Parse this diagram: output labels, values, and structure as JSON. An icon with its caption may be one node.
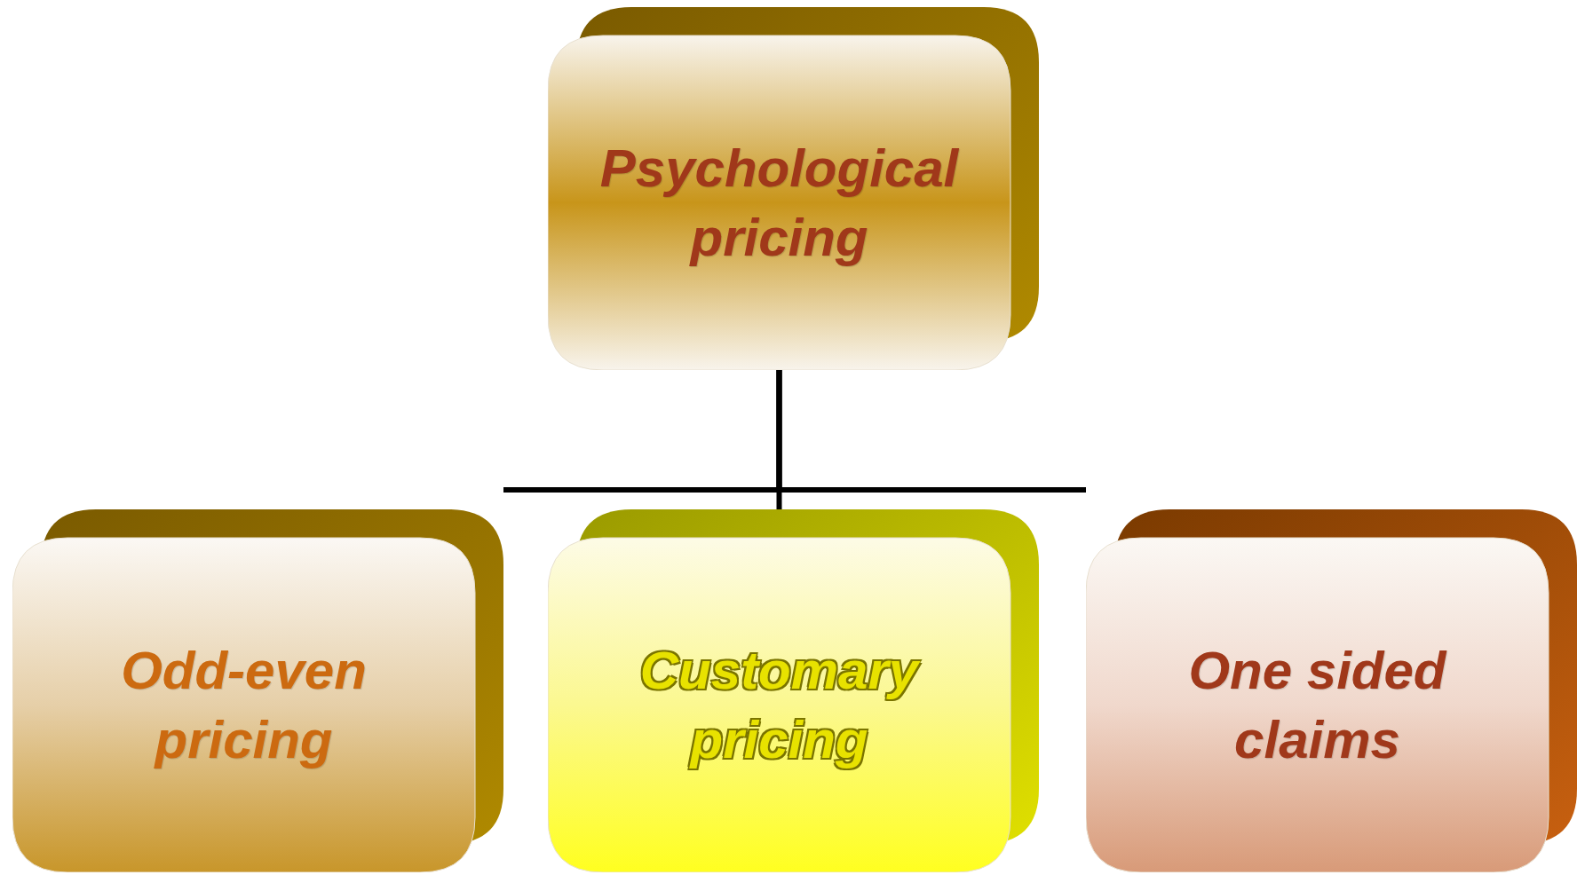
{
  "diagram": {
    "nodes": [
      {
        "text": [
          "Psychological pricing"
        ]
      },
      {
        "text": [
          "Odd-even pricing"
        ]
      },
      {
        "text": [
          "Customary pricing"
        ]
      },
      {
        "text": [
          "One sided claims"
        ]
      }
    ],
    "edges": [
      {
        "from": 0,
        "to": 1,
        "arrow": "none"
      },
      {
        "from": 0,
        "to": 2,
        "arrow": "none"
      },
      {
        "from": 0,
        "to": 3,
        "arrow": "none"
      }
    ]
  }
}
